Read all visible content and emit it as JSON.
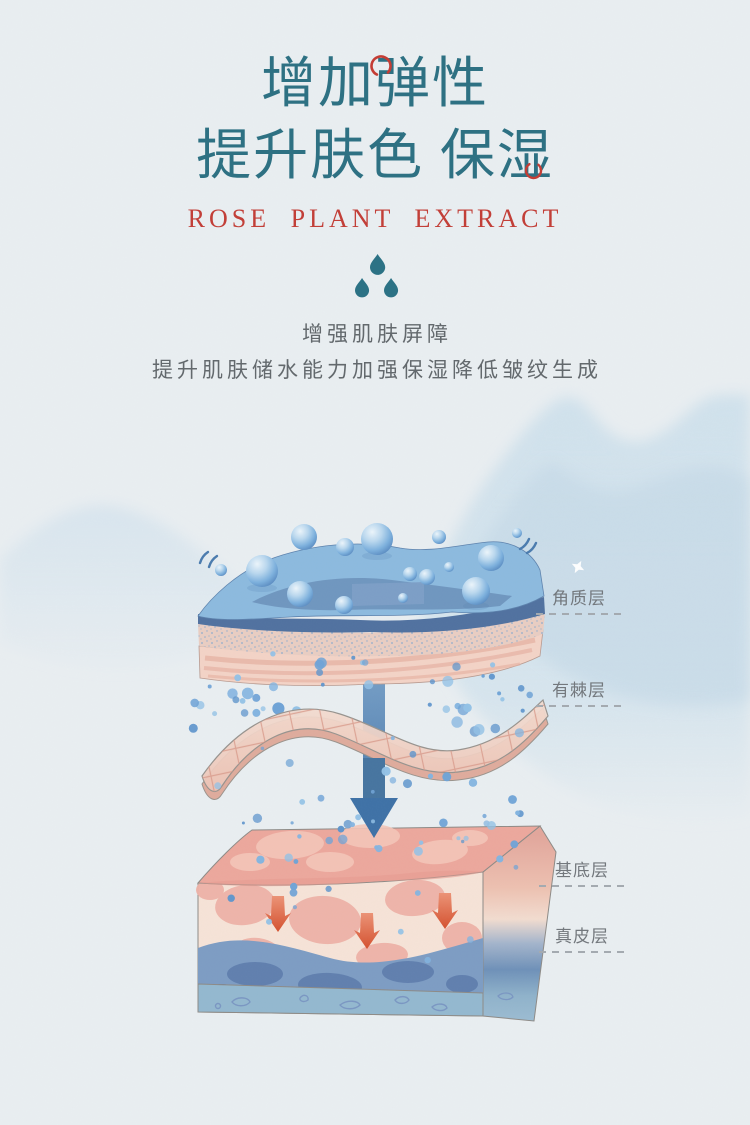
{
  "header": {
    "title_line1": "增加弹性",
    "title_line2": "提升肤色 保湿",
    "subtitle_en": "ROSE PLANT EXTRACT"
  },
  "intro": {
    "line1": "增强肌肤屏障",
    "line2": "提升肌肤储水能力加强保湿降低皱纹生成"
  },
  "diagram": {
    "labels": [
      {
        "id": "stratum-corneum",
        "text": "角质层"
      },
      {
        "id": "stratum-spinosum",
        "text": "有棘层"
      },
      {
        "id": "basal-layer",
        "text": "基底层"
      },
      {
        "id": "dermis",
        "text": "真皮层"
      }
    ]
  },
  "icons": [
    {
      "name": "water-droplets-icon"
    },
    {
      "name": "accent-ring-icon"
    },
    {
      "name": "vibration-marks-icon"
    },
    {
      "name": "sparkle-icon"
    }
  ],
  "colors": {
    "background": "#e9eef1",
    "title_teal": "#2e7183",
    "accent_red": "#c23f38",
    "intro_gray": "#63696d",
    "label_gray": "#73787d",
    "droplet_teal": "#2c7285",
    "mountain_blue": "#cfe1ec",
    "slab_blue": "#8cbade",
    "dermis_blue": "#7d9cc3",
    "skin_pink": "#eeb2a7",
    "arrow_blue": "#4a7bae",
    "arrow_red": "#d8512f"
  }
}
